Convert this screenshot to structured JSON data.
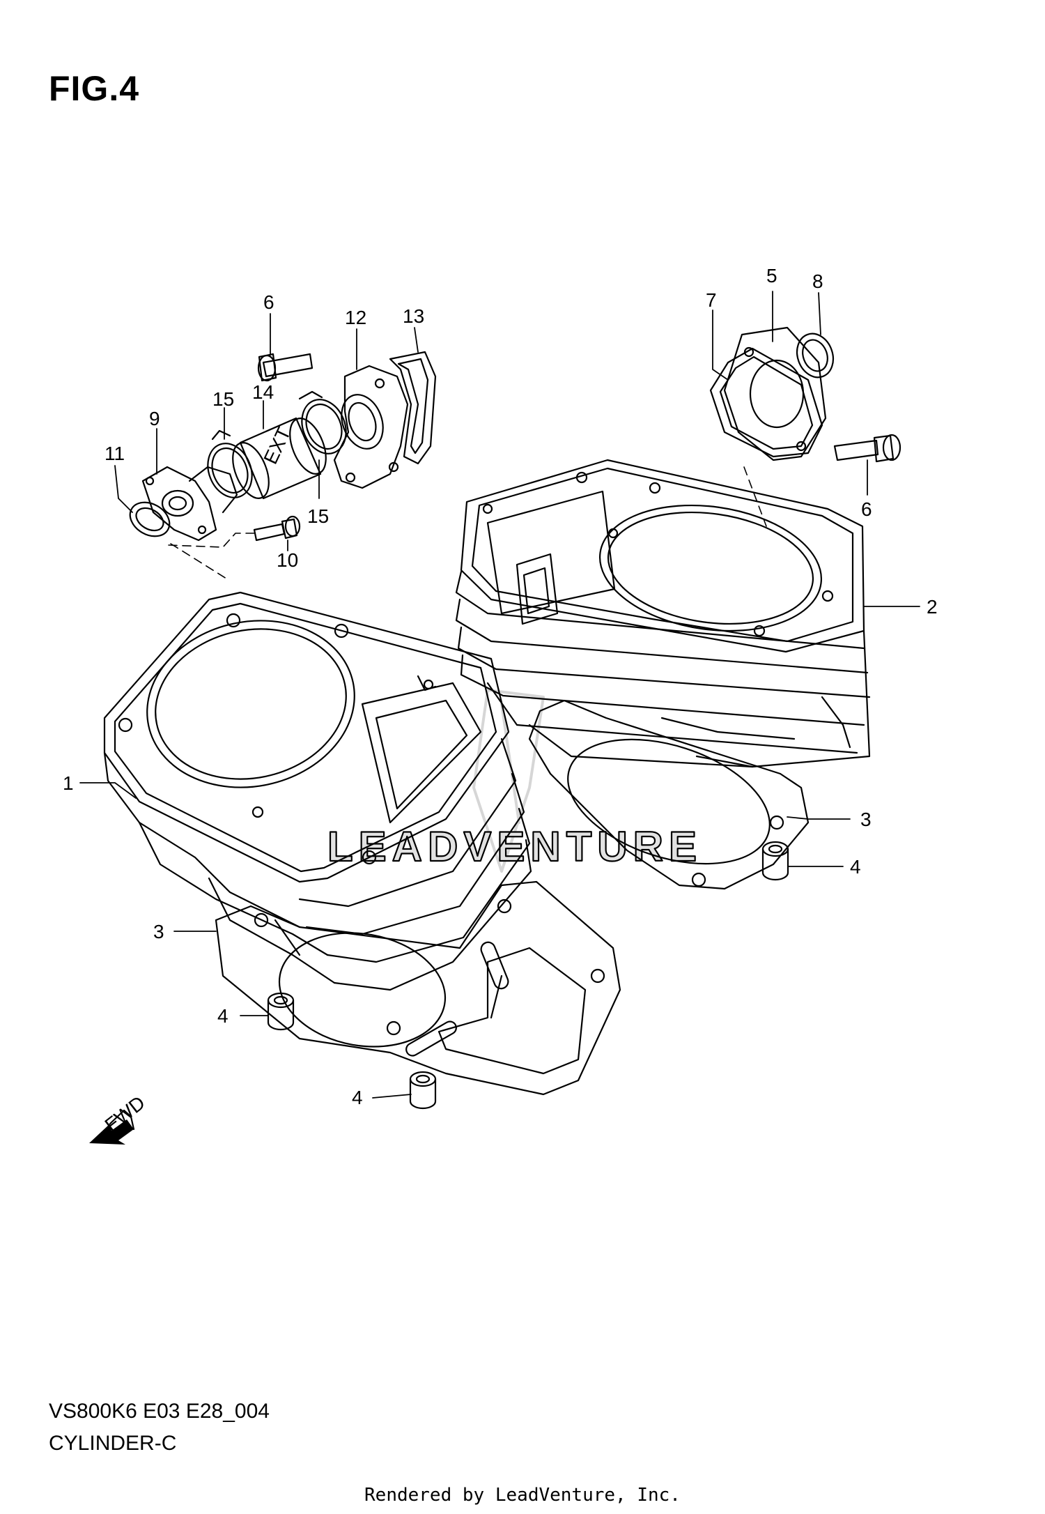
{
  "figure": {
    "title": "FIG.4",
    "model_code": "VS800K6 E03 E28_004",
    "section": "CYLINDER-C"
  },
  "footer": "Rendered by LeadVenture, Inc.",
  "watermark": "LEADVENTURE",
  "fwd_label": "FWD",
  "callouts": [
    "1",
    "2",
    "3",
    "3",
    "4",
    "4",
    "4",
    "5",
    "6",
    "6",
    "7",
    "8",
    "9",
    "10",
    "11",
    "12",
    "13",
    "14",
    "15",
    "15"
  ]
}
